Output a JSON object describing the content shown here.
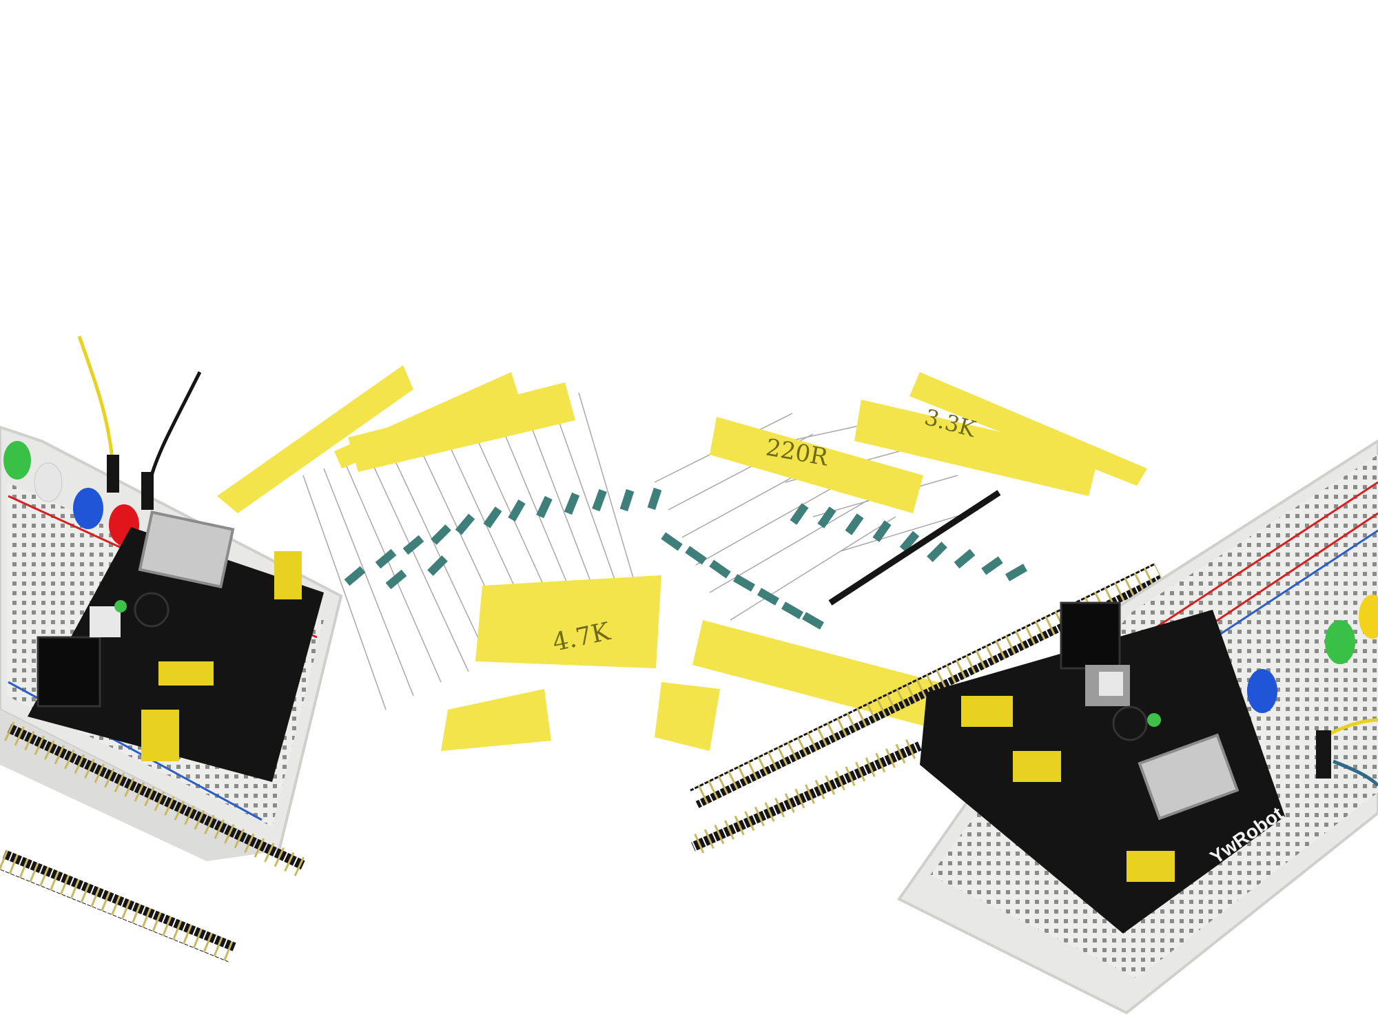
{
  "photo": {
    "subject": "breadboard kit components",
    "background_color": "#ffffff"
  },
  "tape_labels": {
    "label_a": "4.7K",
    "label_b": "220R",
    "label_c": "3.3K"
  },
  "power_module": {
    "brand": "YwRobot"
  },
  "colors": {
    "board_black": "#141414",
    "breadboard": "#ececea",
    "tape_yellow": "#f2e44a",
    "resistor_body": "#3f7f7a",
    "jumper_yellow": "#e8d21f",
    "led_red": "#e0161c",
    "led_green": "#39c046",
    "led_blue": "#1f55d6",
    "led_yellow": "#f3d21c"
  }
}
